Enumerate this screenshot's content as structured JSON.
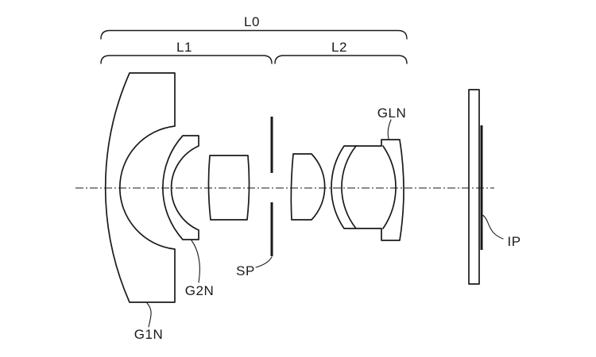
{
  "figure": {
    "kind": "optical-lens-cross-section",
    "background_color": "#ffffff",
    "line_color": "#1a1a1a",
    "labels": {
      "l0": "L0",
      "l1": "L1",
      "l2": "L2",
      "g1n": "G1N",
      "g2n": "G2N",
      "sp": "SP",
      "gln": "GLN",
      "ip": "IP"
    }
  }
}
